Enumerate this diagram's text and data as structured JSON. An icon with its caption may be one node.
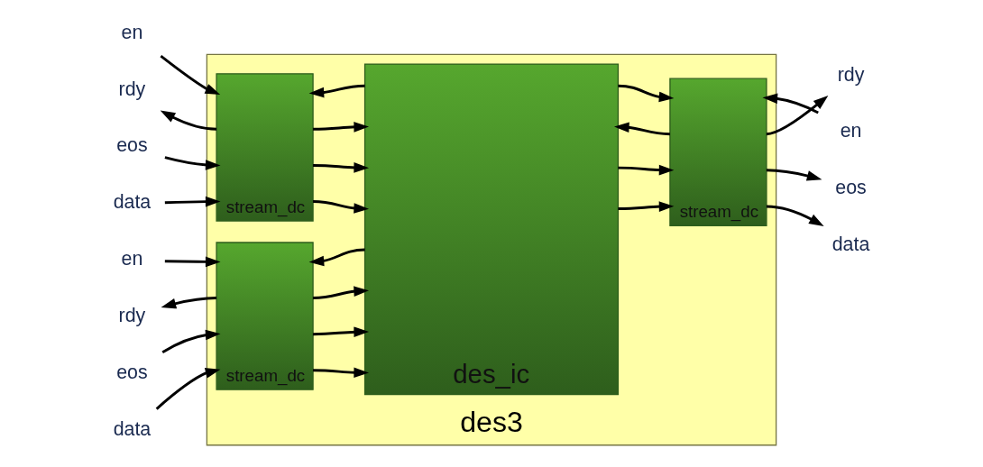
{
  "diagram": {
    "nodes": [
      {
        "text": [
          "des3"
        ]
      },
      {
        "text": [
          "stream_dc"
        ],
        "in": 0
      },
      {
        "text": [
          "des_ic"
        ],
        "in": 0
      },
      {
        "text": [
          "stream_dc"
        ],
        "in": 0
      },
      {
        "text": [
          "stream_dc"
        ],
        "in": 0
      },
      {
        "text": [
          "en"
        ]
      },
      {
        "text": [
          "rdy"
        ]
      },
      {
        "text": [
          "eos"
        ]
      },
      {
        "text": [
          "data"
        ]
      },
      {
        "text": [
          "en"
        ]
      },
      {
        "text": [
          "rdy"
        ]
      },
      {
        "text": [
          "eos"
        ]
      },
      {
        "text": [
          "data"
        ]
      },
      {
        "text": [
          "en"
        ]
      },
      {
        "text": [
          "rdy"
        ]
      },
      {
        "text": [
          "eos"
        ]
      },
      {
        "text": [
          "data"
        ]
      }
    ],
    "edges": [
      {
        "from": 5,
        "to": 1,
        "arrow": "to"
      },
      {
        "from": 1,
        "to": 6,
        "arrow": "to"
      },
      {
        "from": 7,
        "to": 1,
        "arrow": "to"
      },
      {
        "from": 8,
        "to": 1,
        "arrow": "to"
      },
      {
        "from": 2,
        "to": 1,
        "arrow": "to"
      },
      {
        "from": 1,
        "to": 2,
        "arrow": "to"
      },
      {
        "from": 1,
        "to": 2,
        "arrow": "to"
      },
      {
        "from": 1,
        "to": 2,
        "arrow": "to"
      },
      {
        "from": 9,
        "to": 4,
        "arrow": "to"
      },
      {
        "from": 4,
        "to": 10,
        "arrow": "to"
      },
      {
        "from": 11,
        "to": 4,
        "arrow": "to"
      },
      {
        "from": 12,
        "to": 4,
        "arrow": "to"
      },
      {
        "from": 2,
        "to": 4,
        "arrow": "to"
      },
      {
        "from": 4,
        "to": 2,
        "arrow": "to"
      },
      {
        "from": 4,
        "to": 2,
        "arrow": "to"
      },
      {
        "from": 4,
        "to": 2,
        "arrow": "to"
      },
      {
        "from": 2,
        "to": 3,
        "arrow": "to"
      },
      {
        "from": 3,
        "to": 2,
        "arrow": "to"
      },
      {
        "from": 2,
        "to": 3,
        "arrow": "to"
      },
      {
        "from": 2,
        "to": 3,
        "arrow": "to"
      },
      {
        "from": 13,
        "to": 3,
        "arrow": "to"
      },
      {
        "from": 3,
        "to": 14,
        "arrow": "to"
      },
      {
        "from": 3,
        "to": 15,
        "arrow": "to"
      },
      {
        "from": 3,
        "to": 16,
        "arrow": "to"
      }
    ]
  }
}
